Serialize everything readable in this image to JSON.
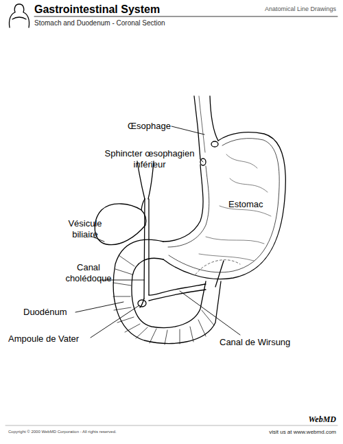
{
  "diagram": {
    "title": "Gastrointestinal System",
    "labels": [
      "Anatomical Line Drawings",
      "Stomach and Duodenum - Coronal Section",
      "Œsophage",
      "Sphincter œsophagien inférieur",
      "Estomac",
      "Vésicule biliaire",
      "Canal cholédoque",
      "Duodénum",
      "Ampoule de Vater",
      "Canal de Wirsung",
      "Copyright © 2000 WebMD Corporation - All rights reserved.",
      "visit us at www.webmd.com",
      "WebMD"
    ]
  }
}
